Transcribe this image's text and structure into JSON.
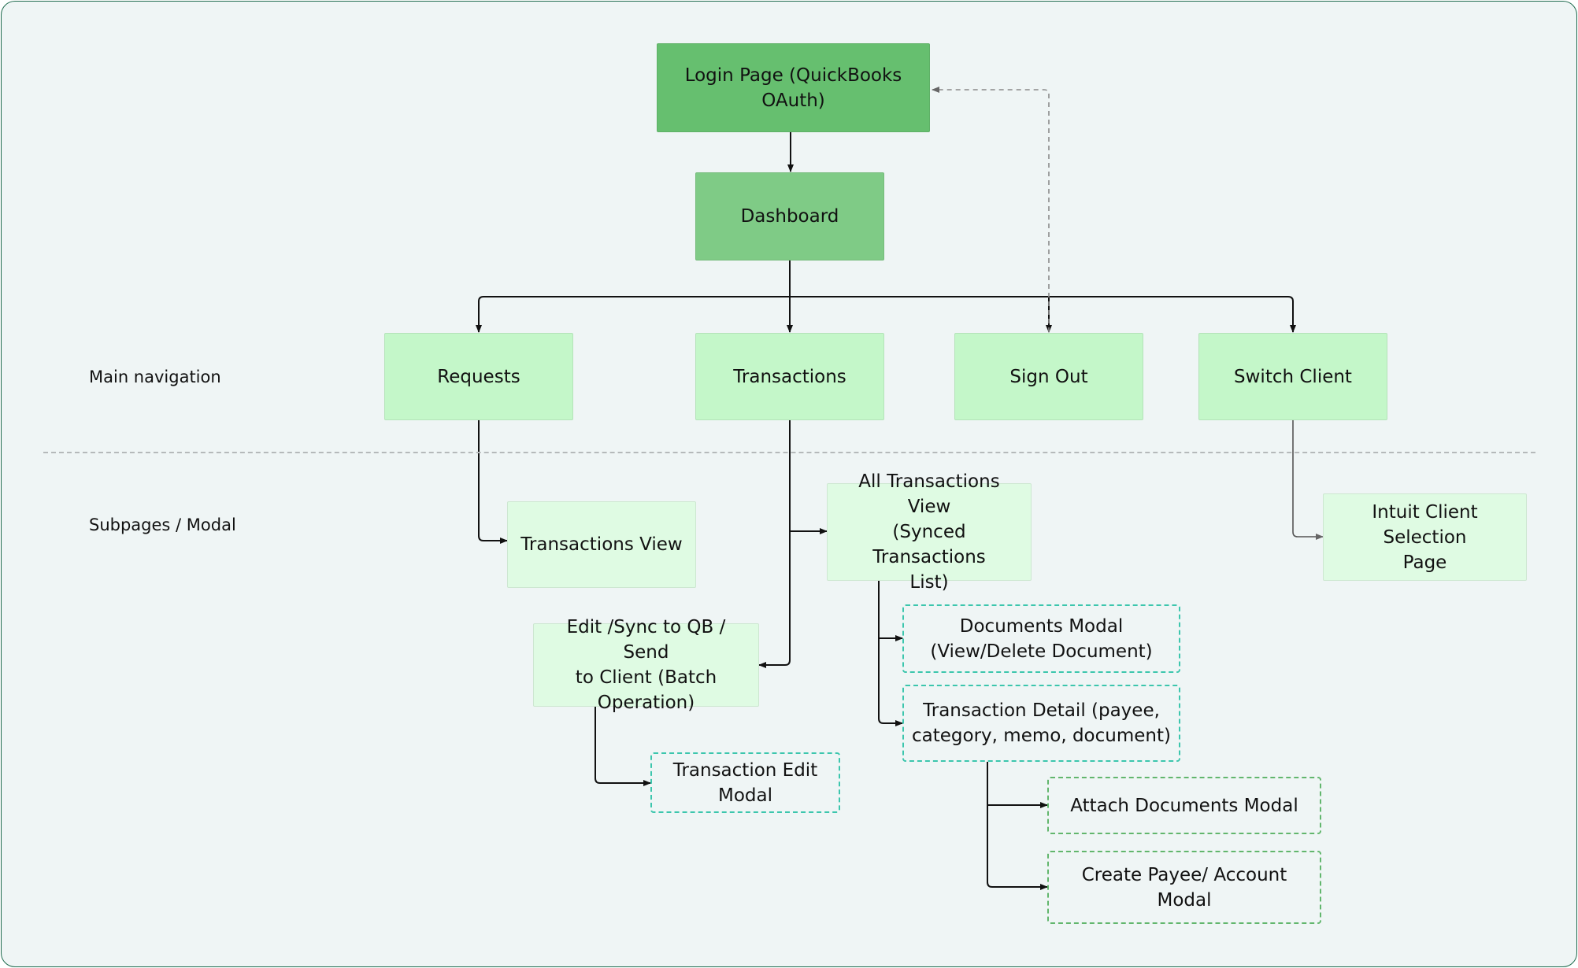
{
  "colors": {
    "login_fill": "#66bf6f",
    "dashboard_fill": "#7fcb86",
    "nav_fill": "#c4f7c9",
    "sub_fill": "#dffbe3",
    "modal_teal_border": "#3cc6ad",
    "modal_green_border": "#62b66d",
    "edge": "#111111"
  },
  "lanes": {
    "main_navigation": "Main navigation",
    "subpages": "Subpages / Modal"
  },
  "nodes": {
    "login": "Login Page (QuickBooks\nOAuth)",
    "dashboard": "Dashboard",
    "requests": "Requests",
    "transactions": "Transactions",
    "sign_out": "Sign Out",
    "switch_client": "Switch Client",
    "transactions_view": "Transactions View",
    "all_transactions_view": "All Transactions View\n(Synced Transactions\nList)",
    "intuit_client_selection": "Intuit Client Selection\nPage",
    "edit_sync_batch": "Edit /Sync to QB / Send\nto Client (Batch\nOperation)",
    "transaction_edit_modal": "Transaction Edit\nModal",
    "documents_modal": "Documents Modal\n(View/Delete Document)",
    "transaction_detail": "Transaction Detail (payee,\ncategory, memo, document)",
    "attach_documents_modal": "Attach Documents Modal",
    "create_payee_account_modal": "Create Payee/ Account Modal"
  }
}
